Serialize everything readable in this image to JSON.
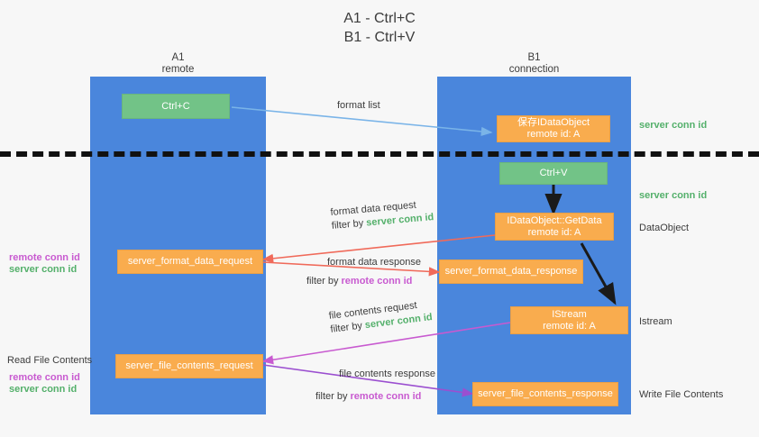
{
  "title": "A1 - Ctrl+C\nB1 - Ctrl+V",
  "columns": [
    {
      "name": "A1",
      "sub": "remote"
    },
    {
      "name": "B1",
      "sub": "connection"
    }
  ],
  "boxes": {
    "ctrl_c": {
      "line1": "Ctrl+C",
      "line2": ""
    },
    "save_idataobject": {
      "line1": "保存IDataObject",
      "line2": "remote id: A"
    },
    "ctrl_v": {
      "line1": "Ctrl+V",
      "line2": ""
    },
    "getdata": {
      "line1": "IDataObject::GetData",
      "line2": "remote id: A"
    },
    "format_data_request": {
      "line1": "server_format_data_request",
      "line2": ""
    },
    "format_data_response": {
      "line1": "server_format_data_response",
      "line2": ""
    },
    "istream": {
      "line1": "IStream",
      "line2": "remote id: A"
    },
    "file_contents_request": {
      "line1": "server_file_contents_request",
      "line2": ""
    },
    "file_contents_response": {
      "line1": "server_file_contents_response",
      "line2": ""
    }
  },
  "edges": {
    "format_list": "format list",
    "format_data_request": "format data request",
    "format_data_request_filter_pre": "filter by ",
    "format_data_request_filter_key": "server conn id",
    "format_data_response": "format data response",
    "format_data_response_filter_pre": "filter by ",
    "format_data_response_filter_key": "remote conn id",
    "file_contents_request": "file contents request",
    "file_contents_request_filter_pre": "filter by ",
    "file_contents_request_filter_key": "server conn id",
    "file_contents_response": "file contents response",
    "file_contents_response_filter_pre": "filter by ",
    "file_contents_response_filter_key": "remote conn id"
  },
  "right_notes": {
    "server_conn_id_top": "server conn id",
    "server_conn_id_mid": "server conn id",
    "dataobject": "DataObject",
    "istream": "Istream",
    "write_file_contents": "Write File Contents"
  },
  "left_notes": {
    "remote_conn_id_1": "remote conn id",
    "server_conn_id_1": "server conn id",
    "read_file_contents": "Read File Contents",
    "remote_conn_id_2": "remote conn id",
    "server_conn_id_2": "server conn id"
  },
  "colors": {
    "lane": "#4a86dc",
    "green_box": "#72c387",
    "orange_box": "#f9ac4e",
    "green_text": "#54b06b",
    "pink_text": "#c85ad0",
    "arrow_blue": "#7ab4e8",
    "arrow_red": "#f06a5a",
    "arrow_pink": "#c85ad0",
    "arrow_purple": "#9b4fd0",
    "arrow_dark": "#1a1a1a",
    "background": "#f7f7f7"
  }
}
